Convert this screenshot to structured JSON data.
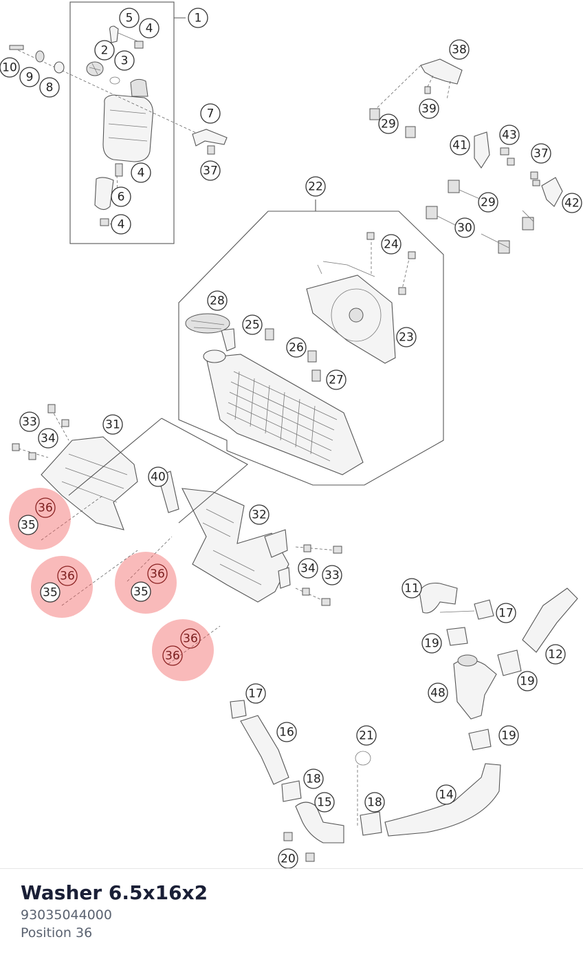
{
  "diagram": {
    "callouts": [
      "1",
      "2",
      "3",
      "4",
      "5",
      "6",
      "7",
      "8",
      "9",
      "10",
      "11",
      "12",
      "14",
      "15",
      "16",
      "17",
      "18",
      "19",
      "20",
      "21",
      "22",
      "23",
      "24",
      "25",
      "26",
      "27",
      "28",
      "29",
      "30",
      "31",
      "32",
      "33",
      "34",
      "35",
      "36",
      "37",
      "38",
      "39",
      "40",
      "41",
      "42",
      "43",
      "48"
    ],
    "selected_position": "36"
  },
  "part": {
    "name": "Washer 6.5x16x2",
    "number": "93035044000",
    "position_label": "Position 36"
  },
  "colors": {
    "highlight": "#f05a5a",
    "title": "#1a1f36",
    "meta": "#5a6270"
  }
}
